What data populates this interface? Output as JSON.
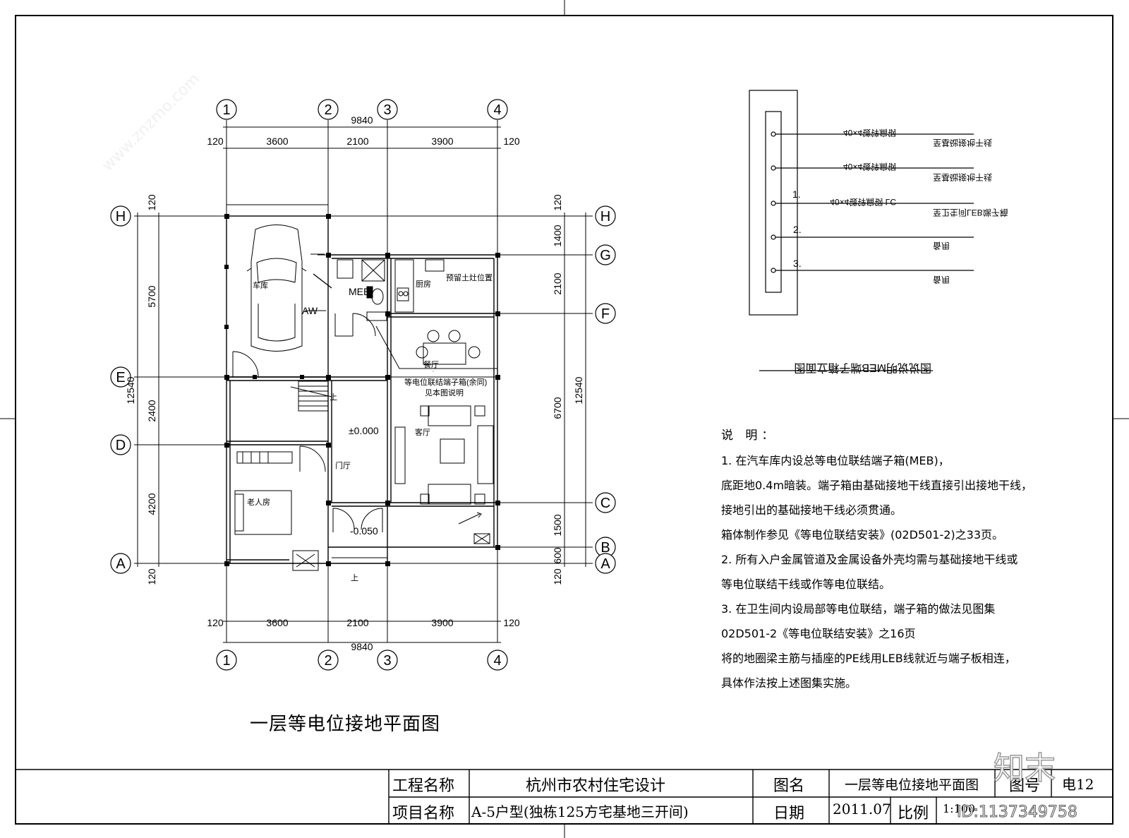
{
  "plan": {
    "title": "一层等电位接地平面图",
    "grid_top": [
      "1",
      "2",
      "3",
      "4"
    ],
    "grid_bottom": [
      "1",
      "2",
      "3",
      "4"
    ],
    "grid_left": [
      "H",
      "E",
      "D",
      "A"
    ],
    "grid_right": [
      "H",
      "G",
      "F",
      "C",
      "B",
      "A"
    ],
    "dims_top_total": "9840",
    "dims_top": [
      "120",
      "3600",
      "2100",
      "3900",
      "120"
    ],
    "dims_bottom_total": "9840",
    "dims_bottom": [
      "120",
      "3600",
      "2100",
      "3900",
      "120"
    ],
    "dims_left": [
      "120",
      "5700",
      "2400",
      "4200",
      "120"
    ],
    "dims_left_total": "12540",
    "dims_right": [
      "120",
      "1400",
      "2100",
      "6700",
      "1500",
      "600",
      "120"
    ],
    "dims_right_total": "12540",
    "rooms": {
      "garage": "车库",
      "kitchen": "厨房",
      "stove": "预留土灶位置",
      "dining": "餐厅",
      "living": "客厅",
      "foyer": "门厅",
      "elder": "老人房"
    },
    "labels": {
      "meb": "MEB",
      "aw": "AW",
      "callout_1": "等电位联结端子箱(余同)",
      "callout_2": "见本图说明",
      "level_main": "±0.000",
      "level_entry": "-0.050",
      "up_stair": "上",
      "up_entry": "上"
    }
  },
  "meb_detail": {
    "title": "图说说明MEB端子箱立面图",
    "items": [
      "1.",
      "2.",
      "3."
    ],
    "bar_labels": [
      "40×4镀锌扁钢",
      "40×4镀锌扁钢",
      "40×4镀锌扁钢 LC"
    ],
    "dest_labels": [
      "至基础接地干线",
      "至基础接地干线",
      "至卫生间LEB端子箱",
      "备用",
      "备用"
    ]
  },
  "notes": {
    "heading": "说 明：",
    "lines": [
      "1. 在汽车库内设总等电位联结端子箱(MEB)，",
      "底距地0.4m暗装。端子箱由基础接地干线直接引出接地干线，",
      "接地引出的基础接地干线必须贯通。",
      "箱体制作参见《等电位联结安装》(02D501-2)之33页。",
      "2. 所有入户金属管道及金属设备外壳均需与基础接地干线或",
      "等电位联结干线或作等电位联结。",
      "3. 在卫生间内设局部等电位联结，端子箱的做法见图集",
      "02D501-2《等电位联结安装》之16页",
      "将的地圈梁主筋与插座的PE线用LEB线就近与端子板相连，",
      "具体作法按上述图集实施。"
    ]
  },
  "title_block": {
    "project_label": "工程名称",
    "project_value": "杭州市农村住宅设计",
    "drawing_label": "图名",
    "drawing_value": "一层等电位接地平面图",
    "number_label": "图号",
    "number_value": "电12",
    "item_label": "项目名称",
    "item_value": "A-5户型(独栋125方宅基地三开间)",
    "date_label": "日期",
    "date_value": "2011.07",
    "scale_label": "比例",
    "scale_value": "1:100"
  },
  "watermark": {
    "brand": "知末",
    "site": "www.znzmo.com",
    "id_text": "ID:1137349758"
  }
}
